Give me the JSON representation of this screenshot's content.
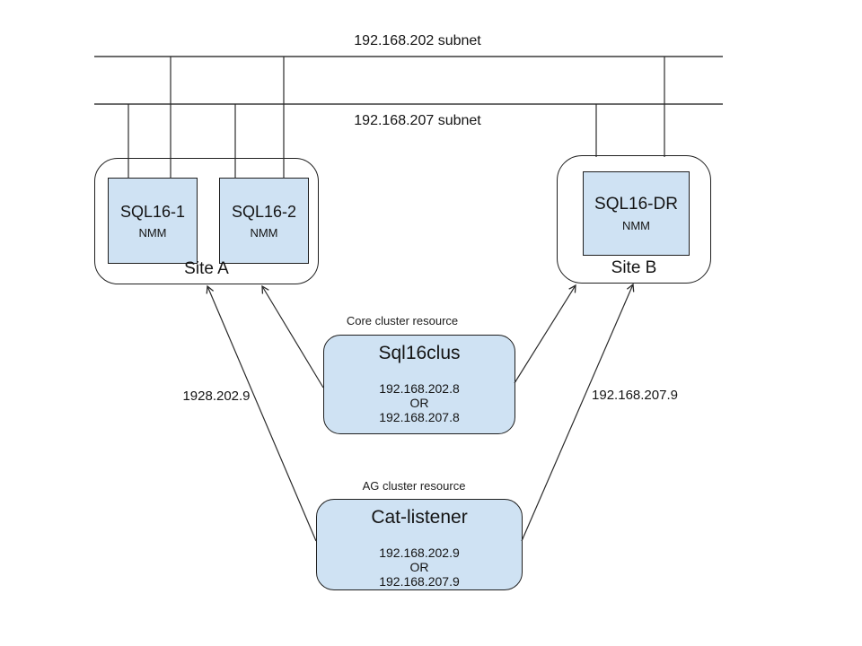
{
  "colors": {
    "node_fill": "#cfe2f3",
    "line": "#2b2b2b"
  },
  "subnets": [
    {
      "label": "192.168.202 subnet"
    },
    {
      "label": "192.168.207 subnet"
    }
  ],
  "site_a": {
    "label": "Site A",
    "servers": [
      {
        "title": "SQL16-1",
        "subtitle": "NMM"
      },
      {
        "title": "SQL16-2",
        "subtitle": "NMM"
      }
    ]
  },
  "site_b": {
    "label": "Site B",
    "servers": [
      {
        "title": "SQL16-DR",
        "subtitle": "NMM"
      }
    ]
  },
  "core_cluster_resource": {
    "caption": "Core cluster resource",
    "title": "Sql16clus",
    "lines": [
      "192.168.202.8",
      "OR",
      "192.168.207.8"
    ]
  },
  "ag_cluster_resource": {
    "caption": "AG cluster resource",
    "title": "Cat-listener",
    "lines": [
      "192.168.202.9",
      "OR",
      "192.168.207.9"
    ]
  },
  "connection_labels": {
    "site_a_side": "1928.202.9",
    "site_b_side": "192.168.207.9"
  }
}
